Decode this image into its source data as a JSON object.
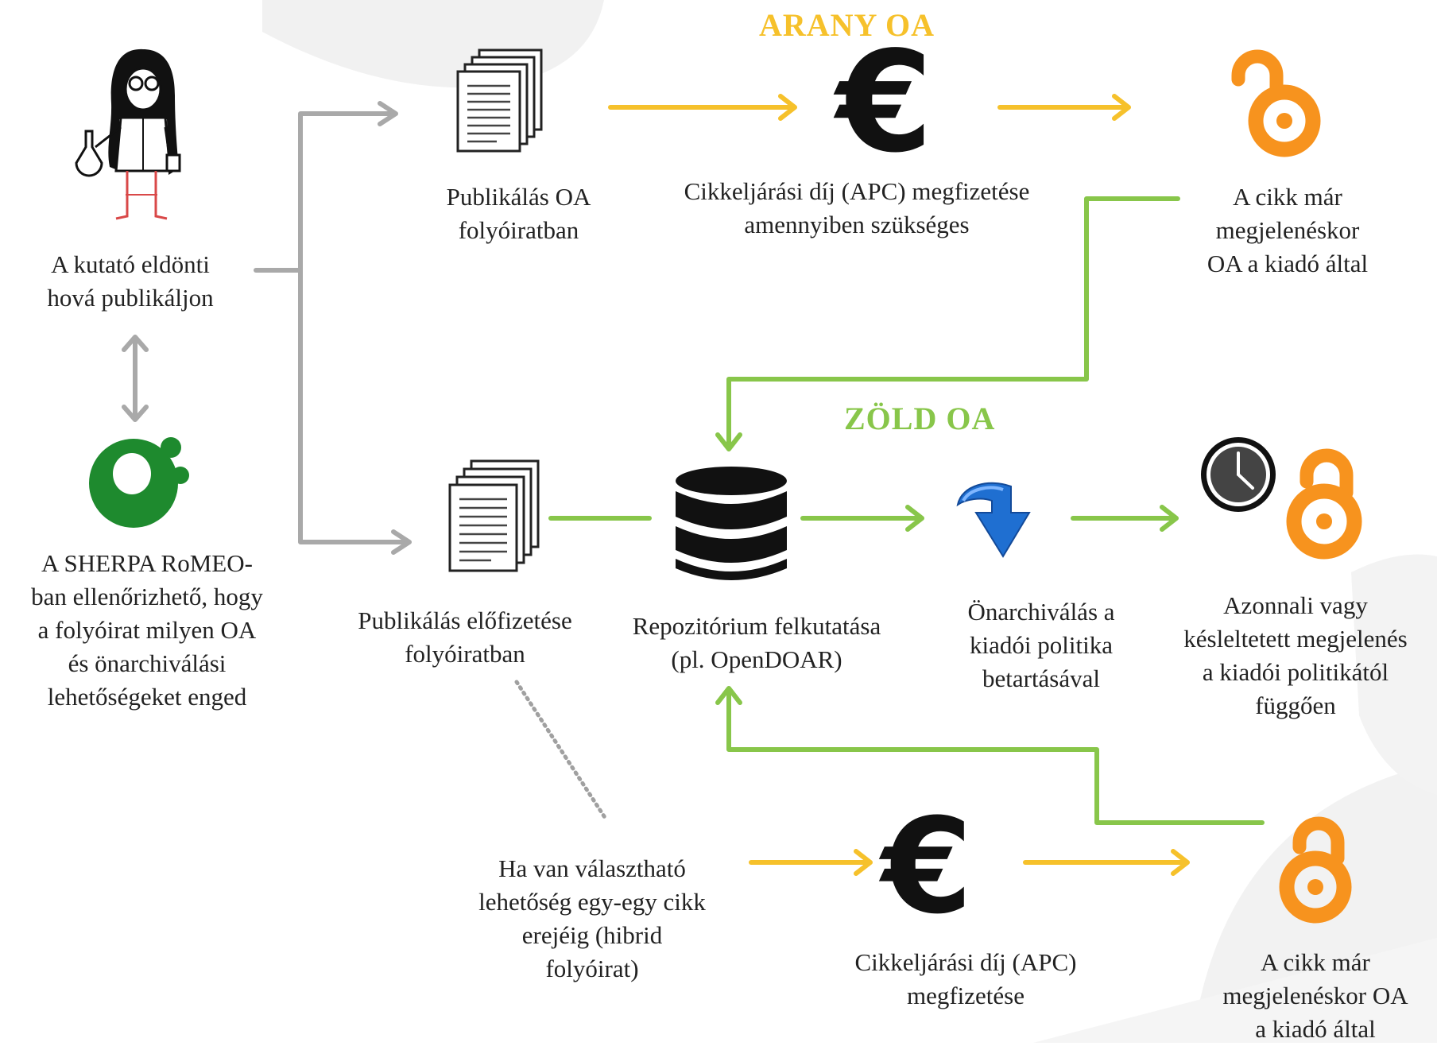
{
  "headings": {
    "gold": "ARANY OA",
    "green": "ZÖLD OA"
  },
  "colors": {
    "gold": "#f6c12b",
    "green": "#88c64a",
    "gray": "#a9a9a9",
    "orange": "#f7931e",
    "sherpa_green": "#1e8a2e",
    "black": "#111111"
  },
  "icons": {
    "researcher": "researcher-figure-icon",
    "sherpa": "sherpa-romeo-logo-icon",
    "documents": "document-stack-icon",
    "euro": "euro-icon",
    "open_access": "open-access-lock-icon",
    "database": "database-icon",
    "download": "download-arrow-icon",
    "clock": "clock-icon"
  },
  "euro_symbol": "€",
  "labels": {
    "researcher": [
      "A kutató eldönti",
      "hová publikáljon"
    ],
    "sherpa": [
      "A SHERPA RoMEO-",
      "ban ellenőrizhető, hogy",
      "a folyóirat milyen OA",
      "és önarchiválási",
      "lehetőségeket enged"
    ],
    "publish_oa": [
      "Publikálás OA",
      "folyóiratban"
    ],
    "apc_top": [
      "Cikkeljárási díj (APC) megfizetése",
      "amennyiben szükséges"
    ],
    "oa_top": [
      "A cikk már",
      "megjelenéskor",
      "OA a kiadó által"
    ],
    "publish_sub": [
      "Publikálás előfizetése",
      "folyóiratban"
    ],
    "repository": [
      "Repozitórium felkutatása",
      "(pl. OpenDOAR)"
    ],
    "self_archive": [
      "Önarchiválás a",
      "kiadói politika",
      "betartásával"
    ],
    "immediate": [
      "Azonnali vagy",
      "késleltetett megjelenés",
      "a kiadói politikától",
      "függően"
    ],
    "hybrid": [
      "Ha van választható",
      "lehetőség egy-egy cikk",
      "erejéig (hibrid",
      "folyóirat)"
    ],
    "apc_bottom": [
      "Cikkeljárási díj (APC)",
      "megfizetése"
    ],
    "oa_bottom": [
      "A cikk már",
      "megjelenéskor OA",
      "a kiadó által"
    ]
  }
}
